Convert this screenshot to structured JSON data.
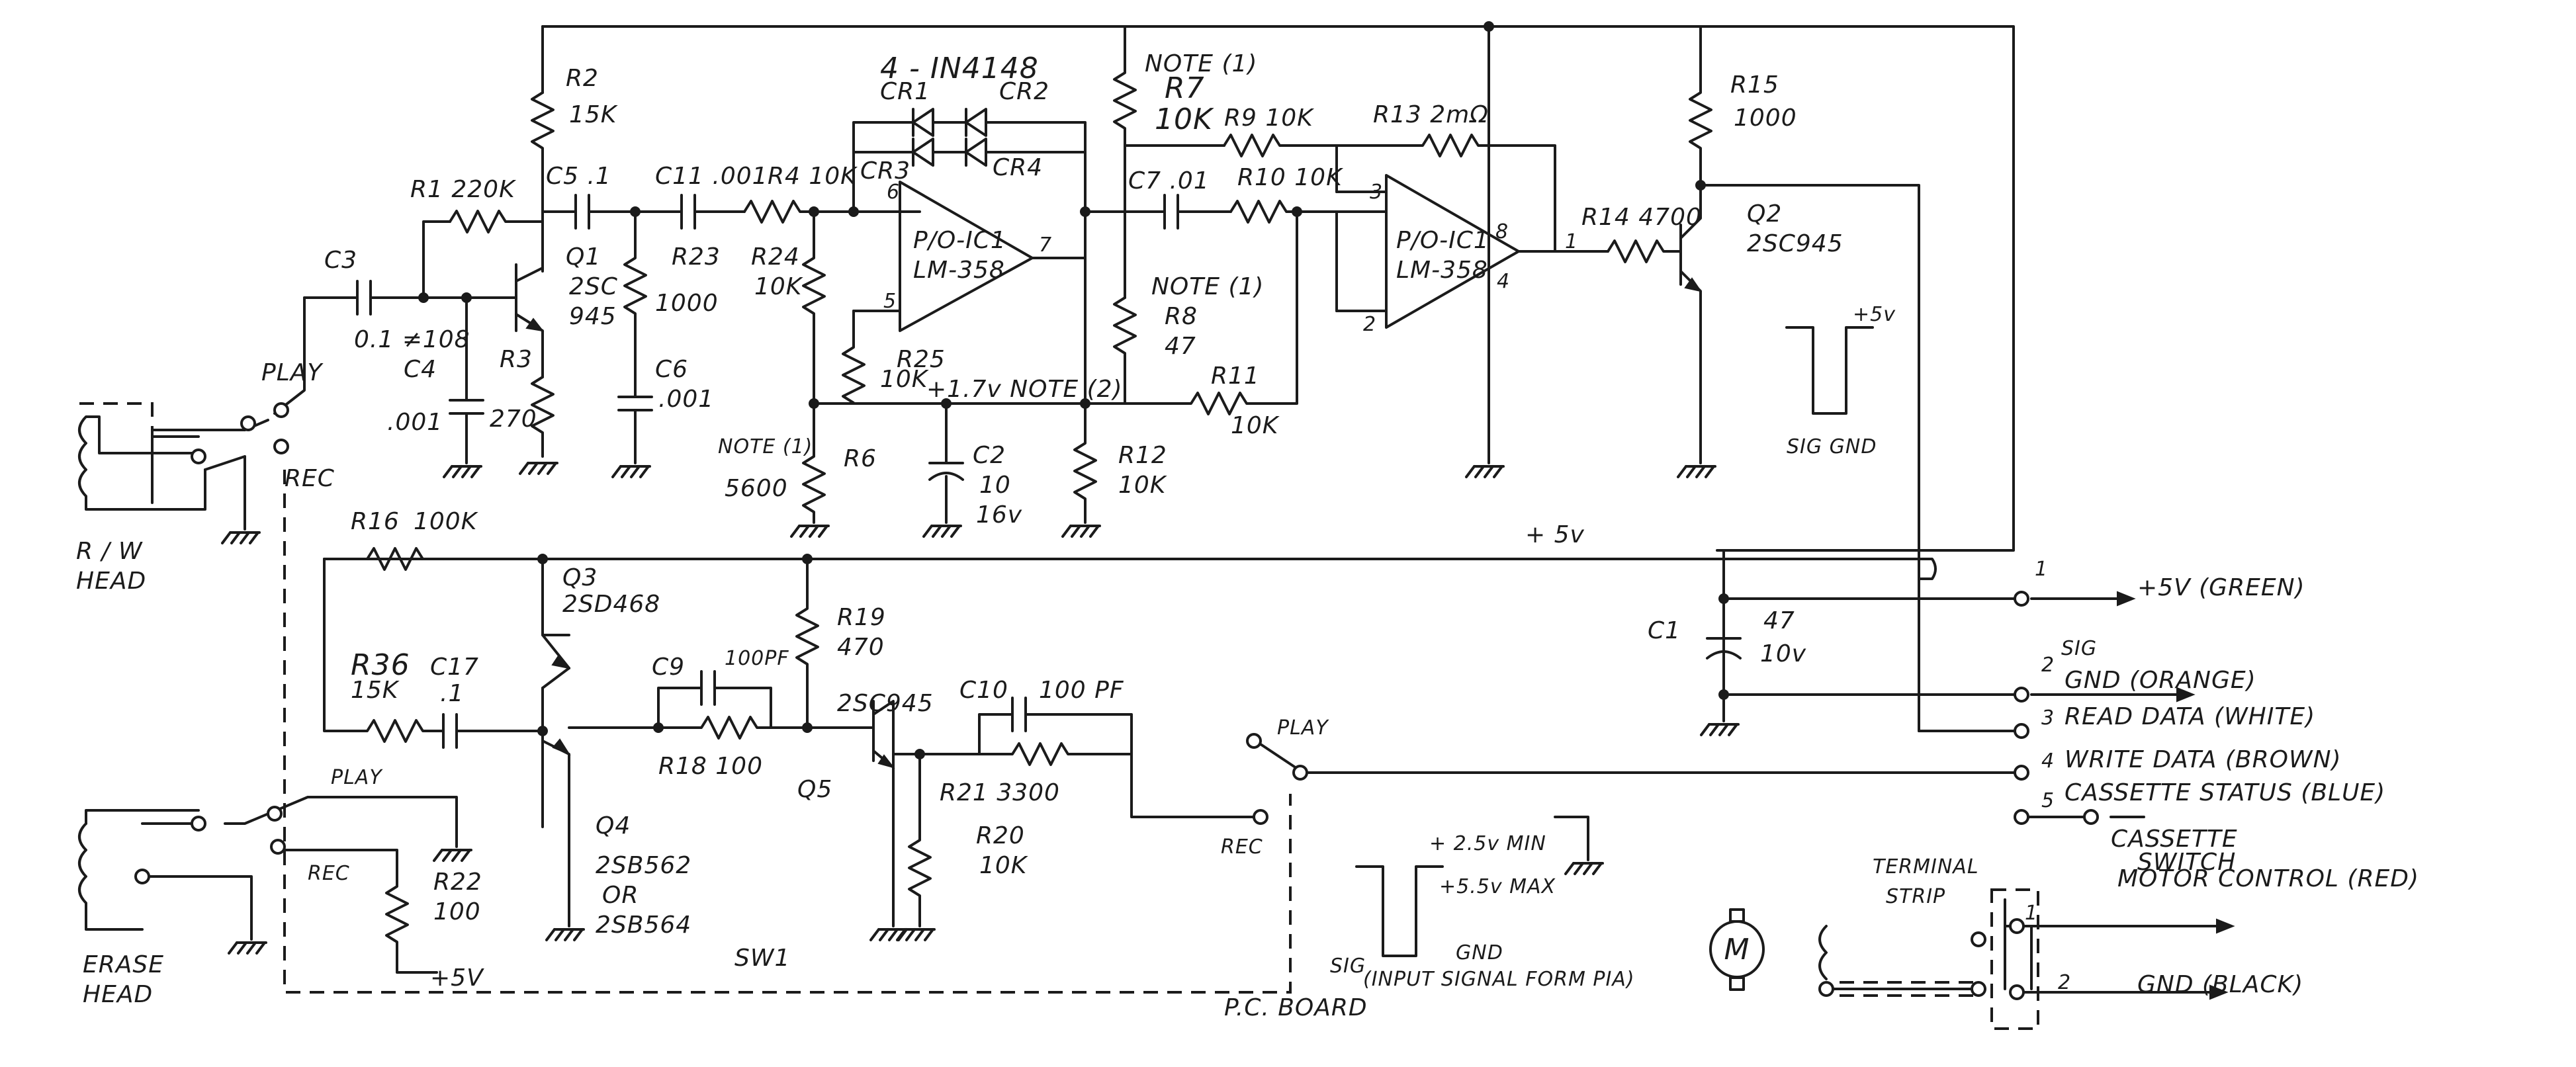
{
  "labels": {
    "r2": "R2",
    "r2v": "15K",
    "r1": "R1 220K",
    "c5": "C5 .1",
    "c11": "C11 .001",
    "r4": "R4 10K",
    "diodes": "4 - IN4148",
    "cr1": "CR1",
    "cr2": "CR2",
    "cr3": "CR3",
    "cr4": "CR4",
    "note1_r7": "NOTE (1)",
    "r7": "R7",
    "r7v": "10K",
    "r9": "R9 10K",
    "r13": "R13 2mΩ",
    "r15": "R15",
    "r15v": "1000",
    "c3": "C3",
    "c3v": "0.1 ≠108",
    "q1": "Q1",
    "q1t": "2SC",
    "q1t2": "945",
    "r23": "R23",
    "r23v": "1000",
    "r24": "R24",
    "r24v": "10K",
    "ic1a": "P/O-IC1",
    "ic1a_t": "LM-358",
    "pin6": "6",
    "pin7": "7",
    "pin5": "5",
    "c7": "C7 .01",
    "r10": "R10 10K",
    "pin3": "3",
    "pin2": "2",
    "pin8": "8",
    "pin4": "4",
    "pin1": "1",
    "ic1b": "P/O-IC1",
    "ic1b_t": "LM-358",
    "r14": "R14 4700",
    "q2": "Q2",
    "q2t": "2SC945",
    "c4": "C4",
    "c4v": ".001",
    "r3": "R3",
    "r3v": "270",
    "c6": "C6",
    "c6v": ".001",
    "note1_r8": "NOTE (1)",
    "r8": "R8",
    "r8v": "47",
    "r25": "R25",
    "r25v": "10K",
    "v17": "+1.7v NOTE (2)",
    "r11": "R11",
    "r11v": "10K",
    "sig_gnd_top": "SIG  GND",
    "plus5_top": "+5v",
    "play1": "PLAY",
    "rec1": "REC",
    "rw_head": "R / W",
    "rw_head2": "HEAD",
    "note1_r6": "NOTE (1)",
    "r6": "R6",
    "r6v": "5600",
    "c2": "C2",
    "c2v": "10",
    "c2v2": "16v",
    "r12": "R12",
    "r12v": "10K",
    "r16": "R16",
    "r16v": "100K",
    "plus5_main": "+ 5v",
    "q3": "Q3",
    "q3t": "2SD468",
    "r19": "R19",
    "r19v": "470",
    "r36": "R36",
    "r36v": "15K",
    "c17": "C17",
    "c17v": ".1",
    "c9": "C9",
    "c9v": "100PF",
    "c10": "C10",
    "c10v": "100 PF",
    "q5t": "2SC945",
    "q5": "Q5",
    "r18": "R18 100",
    "r21": "R21 3300",
    "r20": "R20",
    "r20v": "10K",
    "q4": "Q4",
    "q4t": "2SB562",
    "q4t2": "OR",
    "q4t3": "2SB564",
    "play2": "PLAY",
    "rec2": "REC",
    "r22": "R22",
    "r22v": "100",
    "erase_head": "ERASE",
    "erase_head2": "HEAD",
    "plus5_r22": "+5V",
    "sw1": "SW1",
    "play3": "PLAY",
    "rec3": "REC",
    "pc_board": "P.C. BOARD",
    "c1": "C1",
    "c1v": "47",
    "c1v2": "10v",
    "v25": "+ 2.5v MIN",
    "v55": "+5.5v MAX",
    "sig_bottom": "SIG",
    "gnd_bottom": "GND",
    "input_signal": "(INPUT SIGNAL FORM PIA)",
    "motor": "M",
    "terminal_strip": "TERMINAL",
    "terminal_strip2": "STRIP",
    "cassette_switch": "CASSETTE",
    "cassette_switch2": "SWITCH"
  },
  "connector": {
    "pins": [
      {
        "num": "1",
        "label": "+5V (GREEN)"
      },
      {
        "num": "2",
        "label_top": "SIG",
        "label": "GND (ORANGE)"
      },
      {
        "num": "3",
        "label": "READ DATA (WHITE)"
      },
      {
        "num": "4",
        "label": "WRITE DATA (BROWN)"
      },
      {
        "num": "5",
        "label": "CASSETTE STATUS (BLUE)"
      }
    ],
    "terminal_pins": [
      {
        "num": "1",
        "label": "MOTOR CONTROL (RED)"
      },
      {
        "num": "2",
        "label": "GND (BLACK)"
      }
    ]
  }
}
